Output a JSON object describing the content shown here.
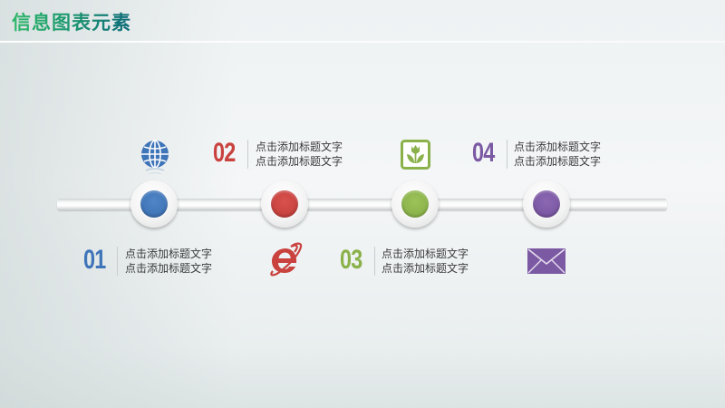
{
  "title": "信息图表元素",
  "colors": {
    "blue": "#3e74b8",
    "red": "#c9423e",
    "green": "#8ab14a",
    "purple": "#7b59a3"
  },
  "steps": [
    {
      "number": "01",
      "line1": "点击添加标题文字",
      "line2": "点击添加标题文字",
      "color": "#3e74b8",
      "icon": "globe-icon"
    },
    {
      "number": "02",
      "line1": "点击添加标题文字",
      "line2": "点击添加标题文字",
      "color": "#c9423e",
      "icon": "internet-explorer-icon"
    },
    {
      "number": "03",
      "line1": "点击添加标题文字",
      "line2": "点击添加标题文字",
      "color": "#8ab14a",
      "icon": "tulip-icon"
    },
    {
      "number": "04",
      "line1": "点击添加标题文字",
      "line2": "点击添加标题文字",
      "color": "#7b59a3",
      "icon": "envelope-icon"
    }
  ]
}
